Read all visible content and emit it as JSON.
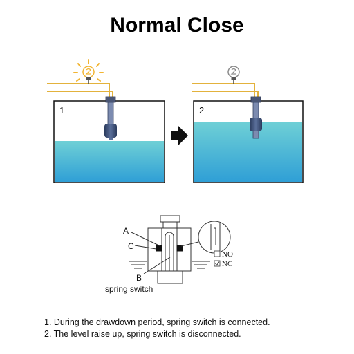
{
  "title": "Normal Close",
  "panels": [
    {
      "number": "1",
      "lamp_state": "on"
    },
    {
      "number": "2",
      "lamp_state": "off"
    }
  ],
  "schematic": {
    "label_a": "A",
    "label_b": "B",
    "label_c": "C",
    "spring_switch": "spring switch",
    "option_no": "NO",
    "option_nc": "NC",
    "no_checked": false,
    "nc_checked": true
  },
  "notes": [
    "1. During the drawdown period, spring switch is connected.",
    "2. The level raise up, spring switch is disconnected."
  ],
  "colors": {
    "water_top": "#6fd0d6",
    "water_bottom": "#2f9fd6",
    "wire": "#e3b23c",
    "lamp_glow": "#f2b533",
    "float": "#3c4f78"
  }
}
